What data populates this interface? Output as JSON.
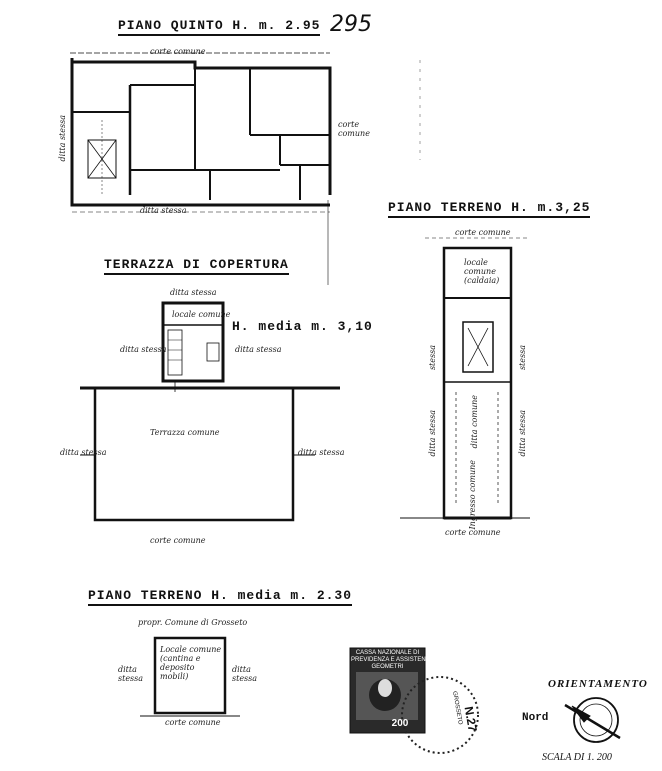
{
  "page_number": "295",
  "sections": {
    "piano_quinto": {
      "title": "PIANO QUINTO H. m. 2.95",
      "label_top": "corte comune",
      "label_bottom": "ditta stessa",
      "label_left": "ditta stessa",
      "label_right": "corte comune"
    },
    "terrazza": {
      "title": "TERRAZZA DI COPERTURA",
      "height": "H. media m. 3,10",
      "room_top": "ditta stessa",
      "room": "locale comune",
      "left_top": "ditta stessa",
      "right_top": "ditta stessa",
      "terrace": "Terrazza comune",
      "left": "ditta stessa",
      "right": "ditta stessa",
      "bottom": "corte comune"
    },
    "piano_terreno": {
      "title": "PIANO TERRENO H. m.3,25",
      "top": "corte comune",
      "room": "locale comune (caldaia)",
      "left_upper": "stessa",
      "right_upper": "stessa",
      "left_lower": "ditta stessa",
      "center": "ditta comune",
      "right_lower": "ditta stessa",
      "passage": "Ingresso comune",
      "bottom": "corte comune"
    },
    "piano_terreno_2": {
      "title": "PIANO TERRENO H. media m. 2.30",
      "top": "propr. Comune di Grosseto",
      "room": "Locale comune (cantina e deposito mobili)",
      "left": "ditta stessa",
      "right": "ditta stessa",
      "bottom": "corte comune"
    }
  },
  "stamp": {
    "lines": [
      "CASSA NAZIONALE DI",
      "PREVIDENZA E ASSISTENZA",
      "GEOMETRI"
    ],
    "value": "200",
    "postmark": "GROSSETO",
    "number": "N.27"
  },
  "orientation": {
    "title": "ORIENTAMENTO",
    "north": "Nord",
    "scale": "SCALA DI 1. 200"
  }
}
